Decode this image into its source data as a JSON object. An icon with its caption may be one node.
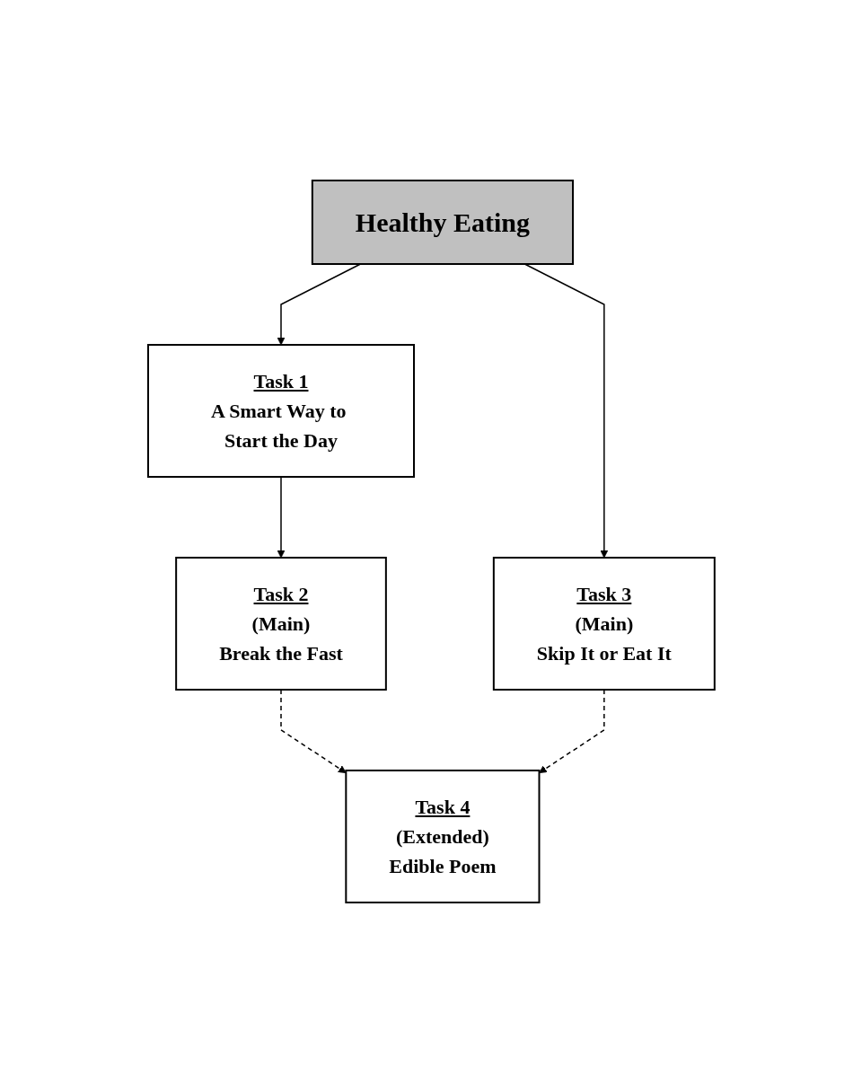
{
  "diagram": {
    "nodes": [
      {
        "text": [
          "Healthy Eating"
        ]
      },
      {
        "text": [
          "Task 1",
          "A Smart Way to Start the Day"
        ]
      },
      {
        "text": [
          "Task 2",
          "(Main)",
          "Break the Fast"
        ]
      },
      {
        "text": [
          "Task 3",
          "(Main)",
          "Skip It or Eat It"
        ]
      },
      {
        "text": [
          "Task 4",
          "(Extended)",
          "Edible Poem"
        ]
      }
    ],
    "edges": [
      {
        "from": 0,
        "to": 1,
        "arrow": "to"
      },
      {
        "from": 0,
        "to": 3,
        "arrow": "to"
      },
      {
        "from": 1,
        "to": 2,
        "arrow": "to"
      },
      {
        "from": 2,
        "to": 4,
        "arrow": "to",
        "style": "dashed"
      },
      {
        "from": 3,
        "to": 4,
        "arrow": "to",
        "style": "dashed"
      }
    ]
  }
}
